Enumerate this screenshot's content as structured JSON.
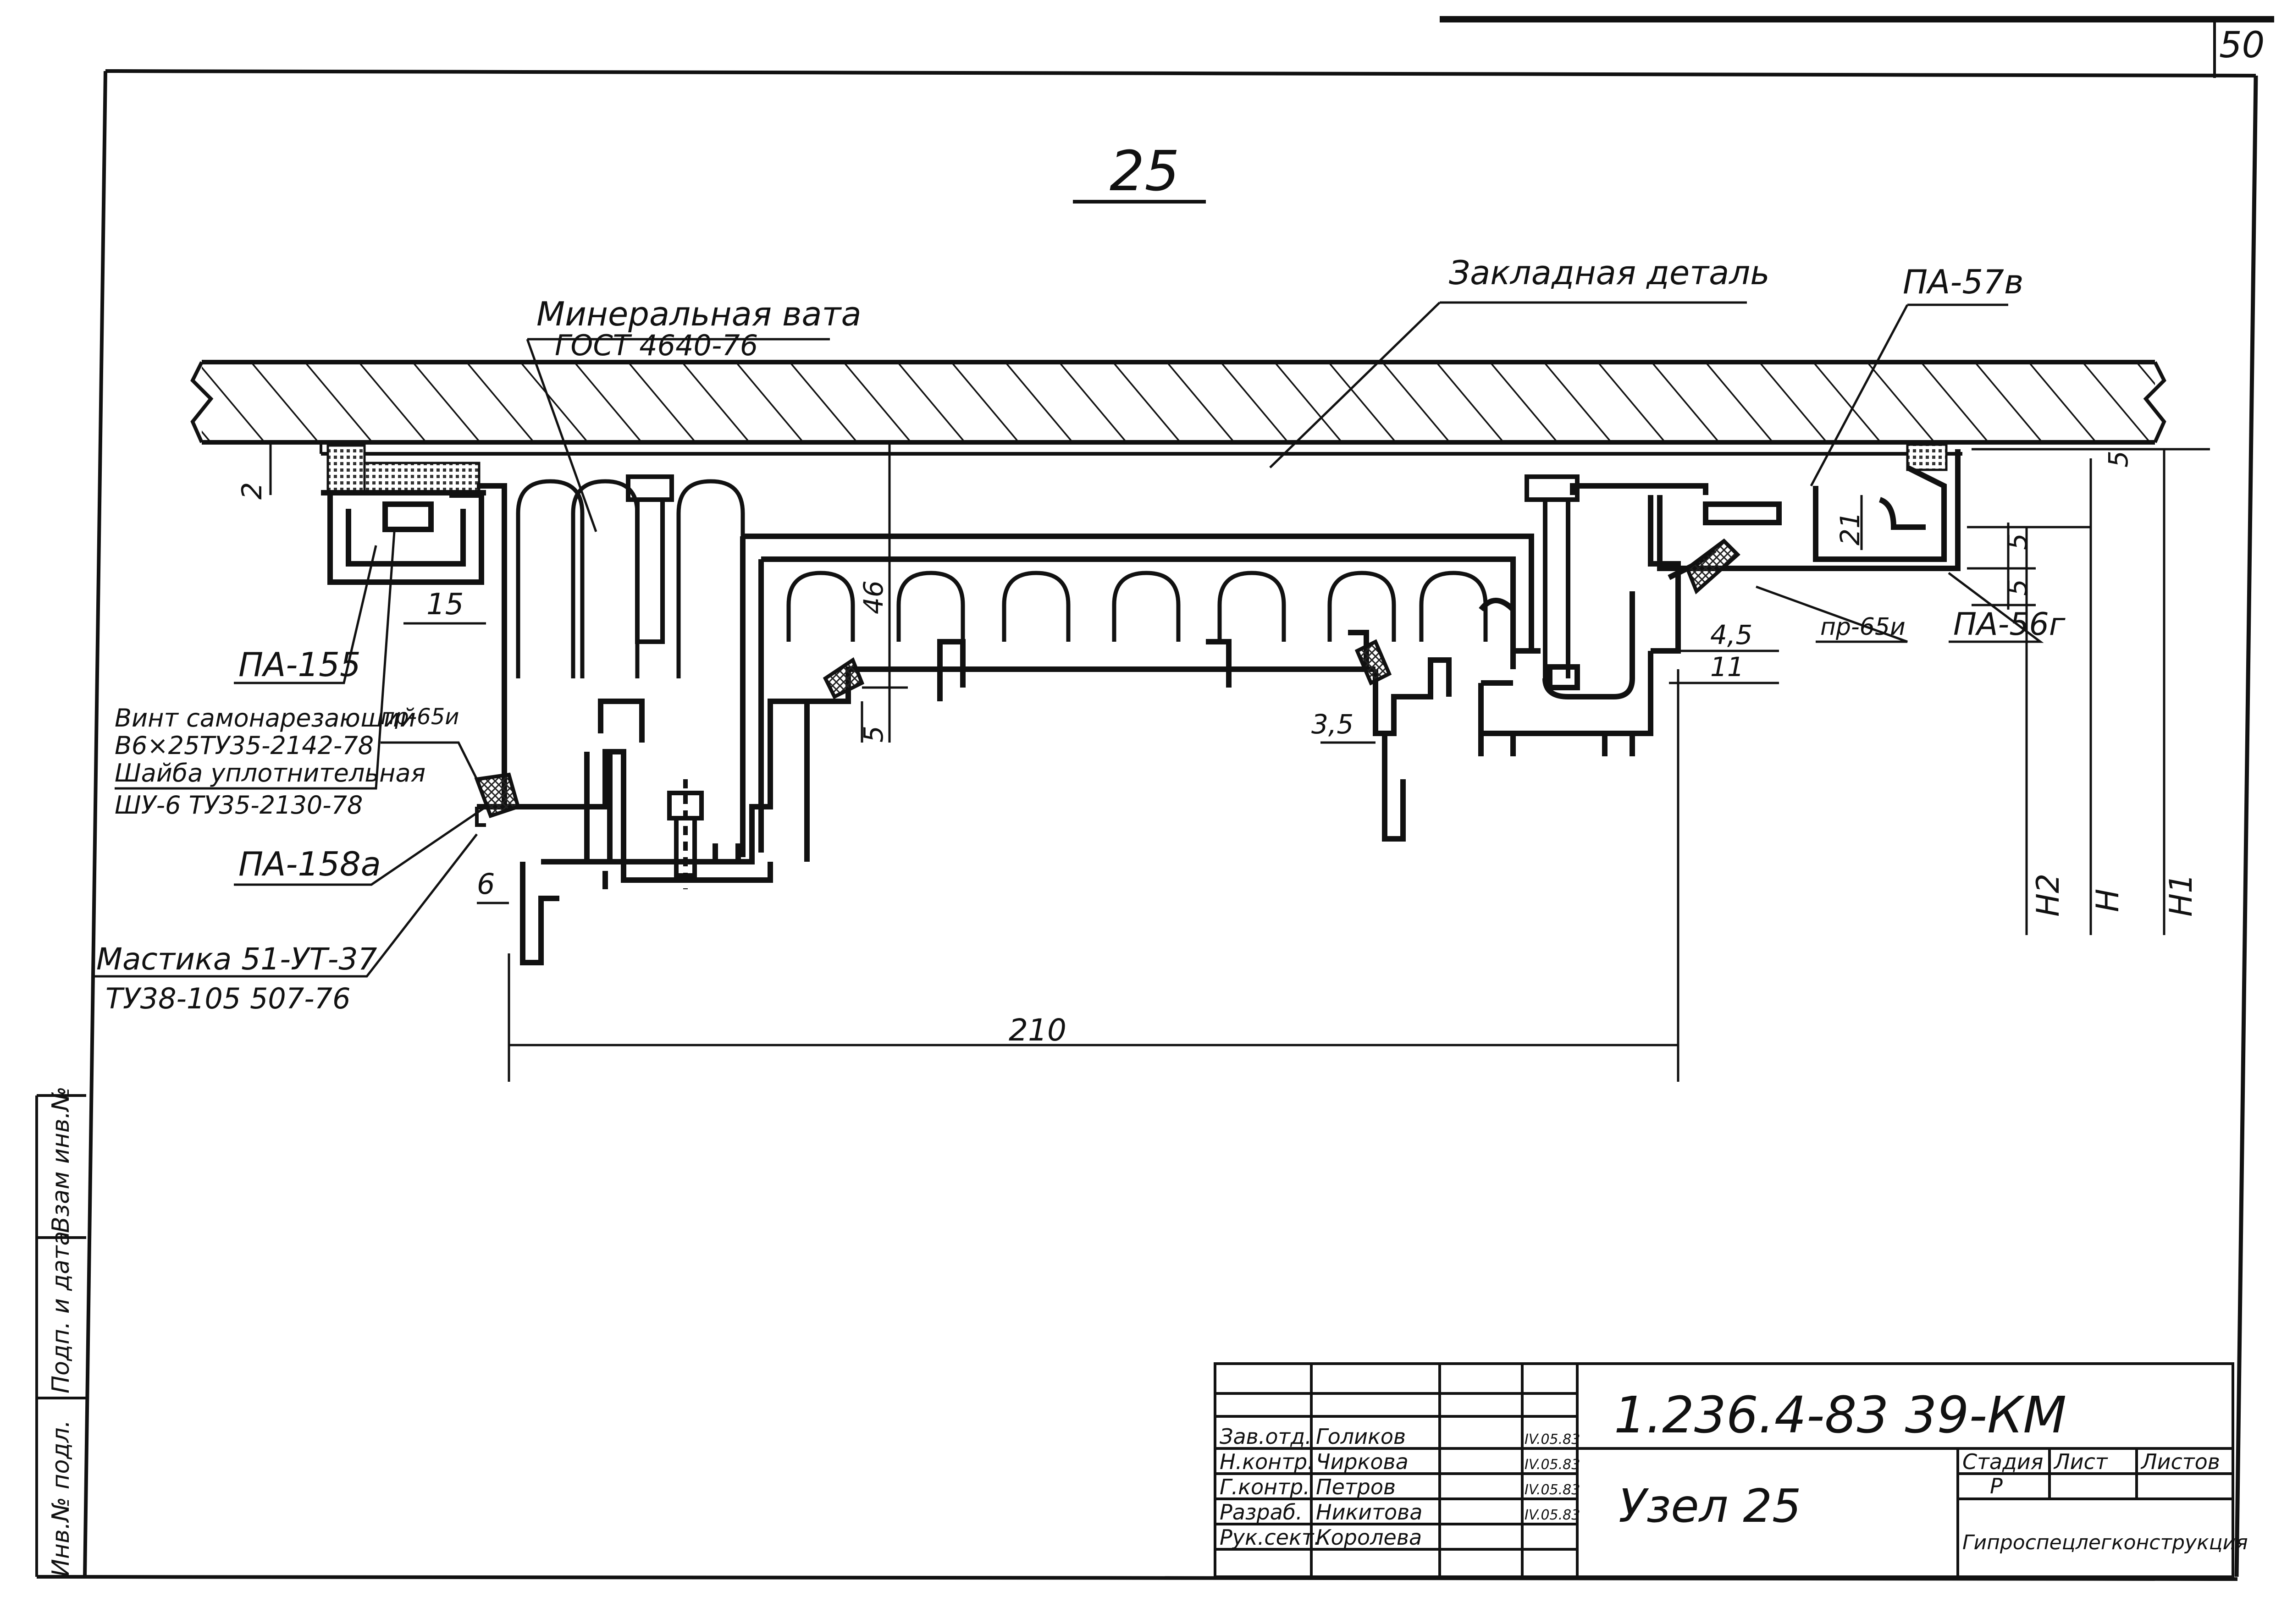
{
  "sheet": {
    "number": "50",
    "detail_mark": "25"
  },
  "callouts": {
    "mineral_wool": "Минеральная вата",
    "mineral_wool_gost": "ГОСТ 4640-76",
    "embedded_part": "Закладная деталь",
    "pa_57v": "ПА-57в",
    "pa_155": "ПА-155",
    "pa_158a": "ПА-158а",
    "pa_56g": "ПА-56г",
    "pr_65u_left": "пр-65и",
    "pr_65u_right": "пр-65и",
    "screw_1": "Винт самонарезающий",
    "screw_2": "В6×25ТУ35-2142-78",
    "washer_1": "Шайба уплотнительная",
    "washer_2": "ШУ-6 ТУ35-2130-78",
    "mastic_1": "Мастика 51-УТ-37",
    "mastic_2": "ТУ38-105 507-76"
  },
  "dimensions": {
    "d2": "2",
    "d15": "15",
    "d46": "46",
    "d5_mid": "5",
    "d3_5": "3,5",
    "d6": "6",
    "d210": "210",
    "d4_5": "4,5",
    "d11": "11",
    "d21": "21",
    "d5_a": "5",
    "d5_b": "5",
    "d5_c": "5",
    "h2": "H2",
    "h": "H",
    "h1": "H1"
  },
  "side_stamp": {
    "inv_no": "Инв.№ подл.",
    "sign_date": "Подп. и дата",
    "replace_inv": "Взам инв.№"
  },
  "title_block": {
    "doc_code": "1.236.4-83 39-КМ",
    "title": "Узел 25",
    "stage_label": "Стадия",
    "sheet_label": "Лист",
    "sheets_label": "Листов",
    "stage_value": "Р",
    "org": "Гипроспецлегконструкция",
    "people": [
      {
        "role": "Зав.отд.",
        "name": "Голиков",
        "date": "IV.05.83"
      },
      {
        "role": "Н.контр.",
        "name": "Чиркова",
        "date": "IV.05.83"
      },
      {
        "role": "Г.контр.",
        "name": "Петров",
        "date": "IV.05.83"
      },
      {
        "role": "Разраб.",
        "name": "Никитова",
        "date": "IV.05.83"
      },
      {
        "role": "Рук.сект.",
        "name": "Королева",
        "date": ""
      }
    ]
  }
}
